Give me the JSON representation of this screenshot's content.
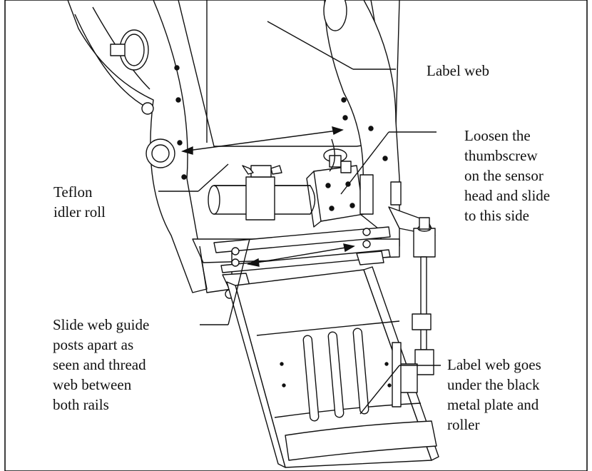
{
  "figure": {
    "line_color": "#111111",
    "fill_color": "#ffffff",
    "frame_color": "#000000"
  },
  "callouts": {
    "label_web": {
      "lines": [
        "Label web"
      ]
    },
    "loosen_thumbscrew": {
      "lines": [
        "Loosen the",
        "thumbscrew",
        "on the sensor",
        "head and slide",
        "to this side"
      ]
    },
    "teflon_idler_roll": {
      "lines": [
        "Teflon",
        "idler roll"
      ]
    },
    "slide_web_guide": {
      "lines": [
        "Slide web guide",
        "posts apart as",
        "seen and thread",
        "web between",
        "both rails"
      ]
    },
    "label_web_under_plate": {
      "lines": [
        "Label web goes",
        "under the black",
        "metal plate and",
        "roller"
      ]
    }
  }
}
